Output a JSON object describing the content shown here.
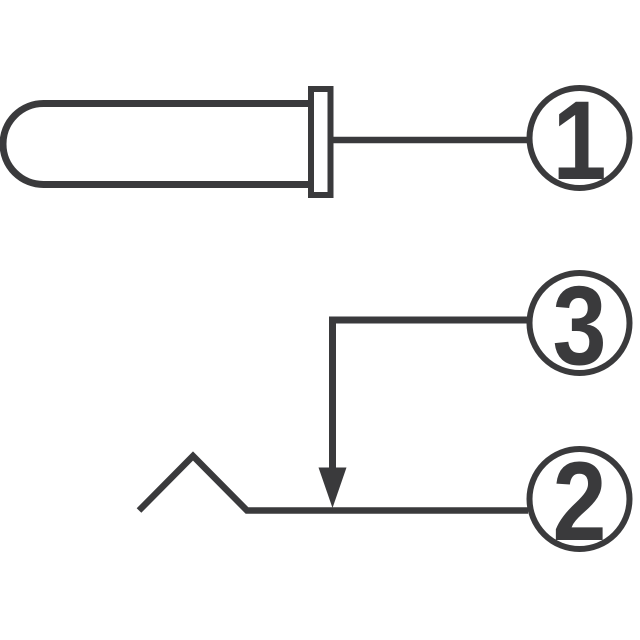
{
  "diagram": {
    "type": "connector-pinout-drawing",
    "colors": {
      "ink": "#3a3a3c",
      "background": "#ffffff"
    },
    "callouts": [
      {
        "label": "1"
      },
      {
        "label": "2"
      },
      {
        "label": "3"
      }
    ]
  }
}
